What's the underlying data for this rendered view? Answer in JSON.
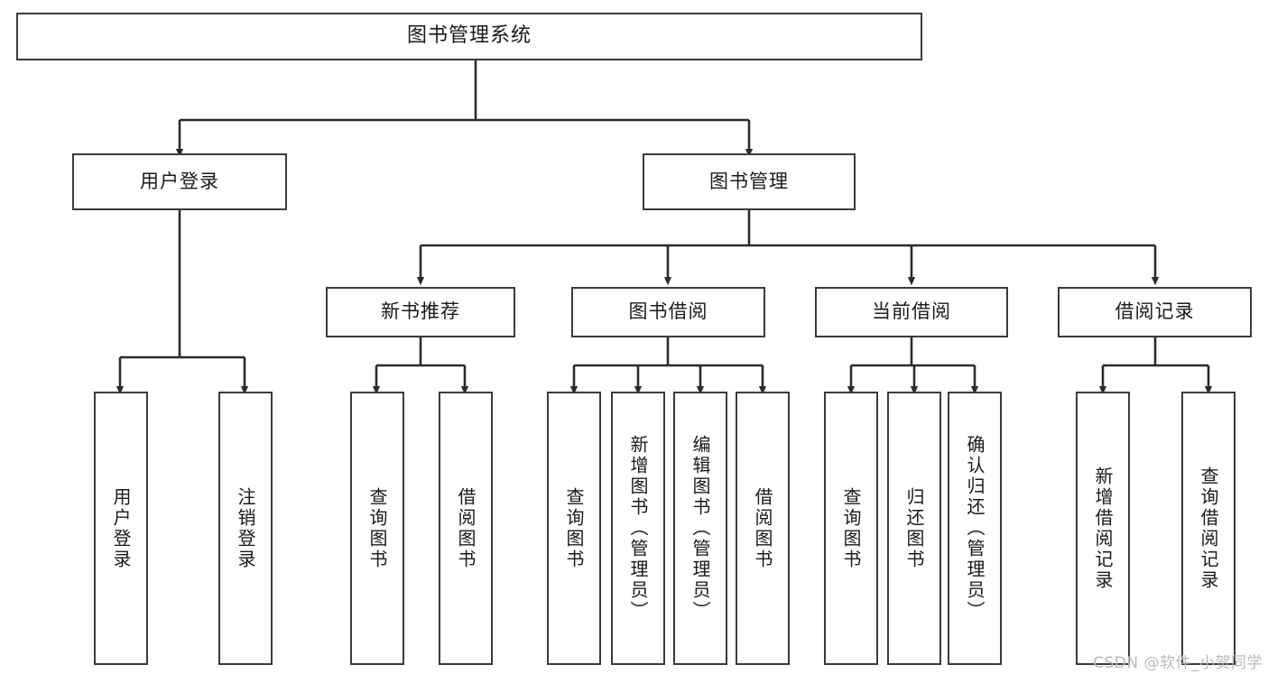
{
  "diagram": {
    "type": "tree",
    "title": "图书管理系统",
    "orientation": "top-down",
    "colors": {
      "box_border": "#3b3b3b",
      "box_fill": "#ffffff",
      "edge": "#2b2b2b",
      "text": "#1a1a1a",
      "watermark": "#b9b9b9",
      "background": "#ffffff"
    }
  },
  "watermark": {
    "text": "CSDN @软件_小贺同学"
  },
  "nodes": {
    "root": {
      "label": "图书管理系统"
    },
    "level2": [
      {
        "label": "用户登录"
      },
      {
        "label": "图书管理"
      }
    ],
    "level3": [
      {
        "label": "新书推荐"
      },
      {
        "label": "图书借阅"
      },
      {
        "label": "当前借阅"
      },
      {
        "label": "借阅记录"
      }
    ],
    "leaves": [
      {
        "label": "用户登录",
        "parent": "用户登录"
      },
      {
        "label": "注销登录",
        "parent": "用户登录"
      },
      {
        "label": "查询图书",
        "parent": "新书推荐"
      },
      {
        "label": "借阅图书",
        "parent": "新书推荐"
      },
      {
        "label": "查询图书",
        "parent": "图书借阅"
      },
      {
        "label": "新增图书（管理员）",
        "parent": "图书借阅"
      },
      {
        "label": "编辑图书（管理员）",
        "parent": "图书借阅"
      },
      {
        "label": "借阅图书",
        "parent": "图书借阅"
      },
      {
        "label": "查询图书",
        "parent": "当前借阅"
      },
      {
        "label": "归还图书",
        "parent": "当前借阅"
      },
      {
        "label": "确认归还（管理员）",
        "parent": "当前借阅"
      },
      {
        "label": "新增借阅记录",
        "parent": "借阅记录"
      },
      {
        "label": "查询借阅记录",
        "parent": "借阅记录"
      }
    ]
  }
}
